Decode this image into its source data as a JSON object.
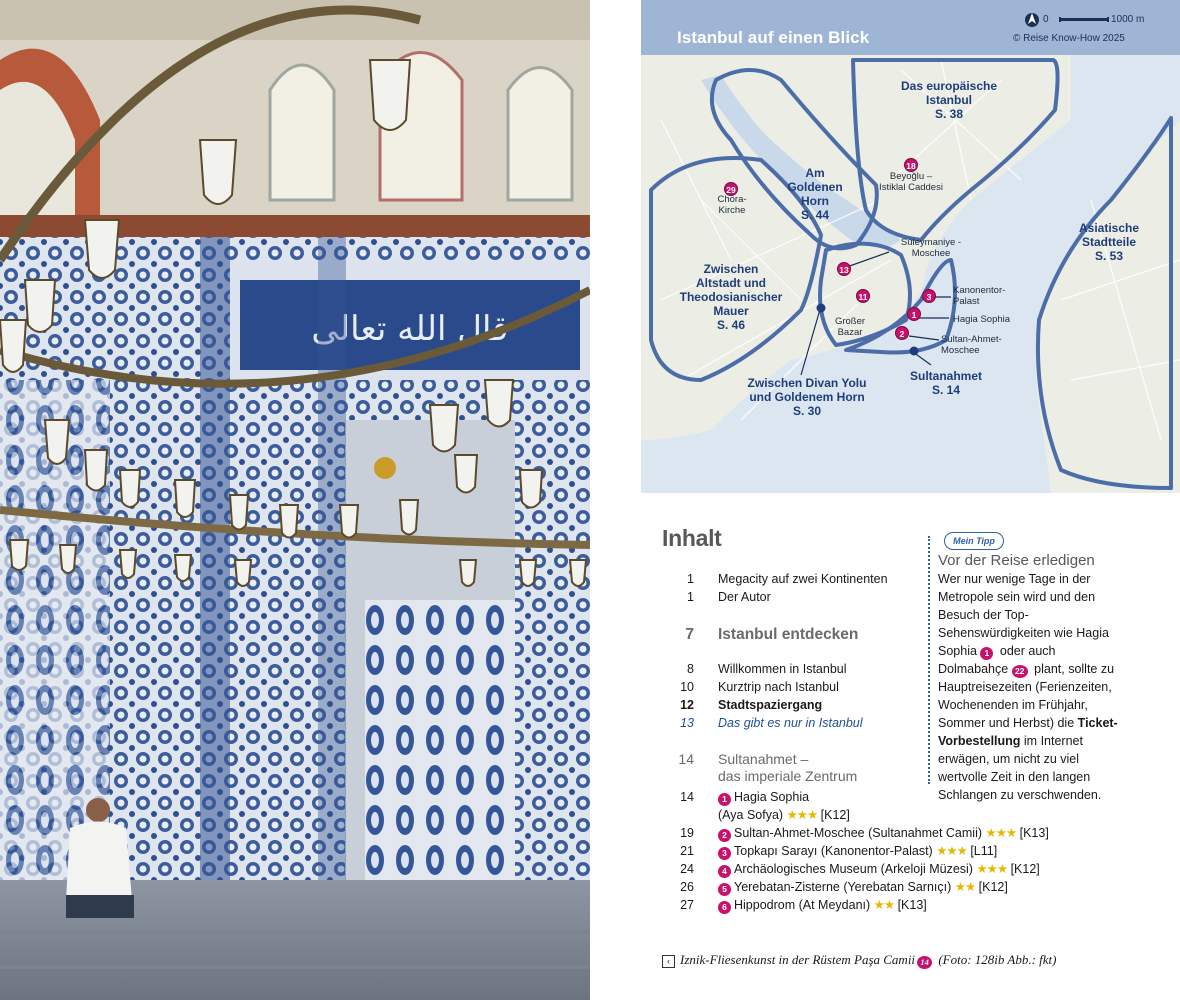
{
  "map": {
    "title": "Istanbul auf einen Blick",
    "scale_zero": "0",
    "scale_end": "1000 m",
    "credit": "© Reise Know-How 2025",
    "districts": [
      {
        "name": "Das europäische Istanbul",
        "line1": "Das europäische",
        "line2": "Istanbul",
        "page": "S. 38"
      },
      {
        "name": "Am Goldenen Horn",
        "line1": "Am",
        "line2": "Goldenen",
        "line3": "Horn",
        "page": "S. 44"
      },
      {
        "name": "Zwischen Altstadt und Theodosianischer Mauer",
        "line1": "Zwischen",
        "line2": "Altstadt und",
        "line3": "Theodosianischer",
        "line4": "Mauer",
        "page": "S. 46"
      },
      {
        "name": "Asiatische Stadtteile",
        "line1": "Asiatische",
        "line2": "Stadtteile",
        "page": "S. 53"
      },
      {
        "name": "Zwischen Divan Yolu und Goldenem Horn",
        "line1": "Zwischen Divan Yolu",
        "line2": "und Goldenem Horn",
        "page": "S. 30"
      },
      {
        "name": "Sultanahmet",
        "line1": "Sultanahmet",
        "page": "S. 14"
      }
    ],
    "pois": [
      {
        "num": "29",
        "line1": "Chora-",
        "line2": "Kirche"
      },
      {
        "num": "18",
        "line1": "Beyoğlu –",
        "line2": "Istiklal Caddesi"
      },
      {
        "num": "13",
        "line1": "Süleymaniye -",
        "line2": "Moschee"
      },
      {
        "num": "11",
        "line1": "Großer",
        "line2": "Bazar"
      },
      {
        "num": "3",
        "line1": "Kanonentor-",
        "line2": "Palast"
      },
      {
        "num": "1",
        "line1": "Hagia Sophia"
      },
      {
        "num": "2",
        "line1": "Sultan-Ahmet-",
        "line2": "Moschee"
      }
    ]
  },
  "toc": {
    "heading": "Inhalt",
    "rows": [
      {
        "num": "1",
        "text": "Megacity auf zwei Kontinenten"
      },
      {
        "num": "1",
        "text": "Der Autor"
      },
      {
        "num": "7",
        "text": "Istanbul entdecken"
      },
      {
        "num": "8",
        "text": "Willkommen in Istanbul"
      },
      {
        "num": "10",
        "text": "Kurztrip nach Istanbul"
      },
      {
        "num": "12",
        "text": "Stadtspaziergang"
      },
      {
        "num": "13",
        "text": "Das gibt es nur in Istanbul"
      },
      {
        "num": "14",
        "text": "Sultanahmet –",
        "text2": "das imperiale Zentrum"
      },
      {
        "num": "14",
        "pin": "1",
        "text": "Hagia Sophia",
        "text2": "(Aya Sofya)",
        "stars": "★★★",
        "grid": "[K12]"
      },
      {
        "num": "19",
        "pin": "2",
        "text": "Sultan-Ahmet-Moschee (Sultanahmet Camii)",
        "stars": "★★★",
        "grid": "[K13]"
      },
      {
        "num": "21",
        "pin": "3",
        "text": "Topkapı Sarayı (Kanonentor-Palast)",
        "stars": "★★★",
        "grid": "[L11]"
      },
      {
        "num": "24",
        "pin": "4",
        "text": "Archäologisches Museum (Arkeloji Müzesi)",
        "stars": "★★★",
        "grid": "[K12]"
      },
      {
        "num": "26",
        "pin": "5",
        "text": "Yerebatan-Zisterne (Yerebatan Sarnıçı)",
        "stars": "★★",
        "grid": "[K12]"
      },
      {
        "num": "27",
        "pin": "6",
        "text": "Hippodrom (At Meydanı)",
        "stars": "★★",
        "grid": "[K13]"
      }
    ]
  },
  "tip": {
    "badge": "Mein Tipp",
    "title": "Vor der Reise erledigen",
    "p1": "Wer nur wenige Tage in der Metropole sein wird und den Besuch der Top-Sehenswürdigkeiten wie Hagia Sophia",
    "pin1": "1",
    "p2": "oder auch Dolmabahçe",
    "pin2": "22",
    "p3": "plant, sollte zu Hauptreisezeiten (Ferienzeiten, Wochenenden im Frühjahr, Sommer und Herbst) die",
    "bold": "Ticket-Vorbestellung",
    "p4": "im Internet erwägen, um nicht zu viel wertvolle Zeit in den langen Schlangen zu verschwenden."
  },
  "caption": {
    "text": "Iznik-Fliesenkunst in der Rüstem Paşa Camii",
    "pin": "14",
    "credit": "(Foto: 128ib Abb.: fkt)"
  },
  "colors": {
    "map_sea": "#dbe6f1",
    "map_land": "#eceee6",
    "map_header": "#9fb5d6",
    "district_outline": "#4d6da8",
    "poi_marker": "#c8116b",
    "tile_blue": "#2f4f8f"
  }
}
